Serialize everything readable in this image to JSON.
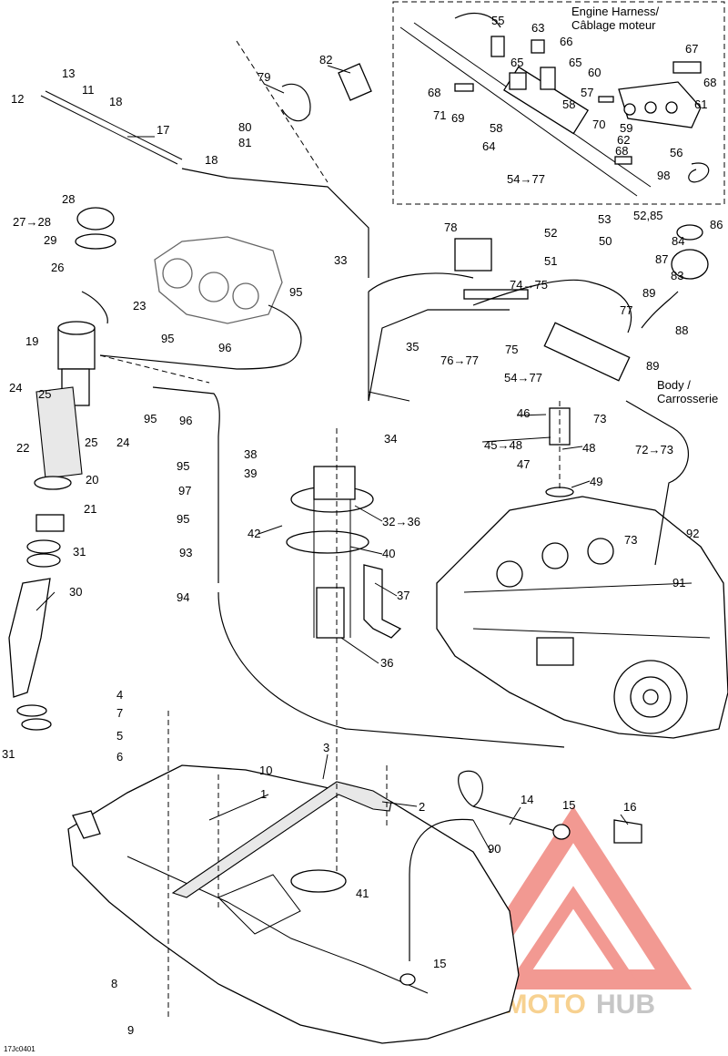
{
  "figure": {
    "code": "17Jc0401"
  },
  "inset": {
    "harness_label_line1": "Engine Harness/",
    "harness_label_line2": "Câblage moteur"
  },
  "notes": {
    "body_line1": "Body /",
    "body_line2": "Carrosserie"
  },
  "watermark": {
    "part1": "AUTOMOTO",
    "part2": "HUB",
    "color_red": "#e8463a",
    "color_orange": "#f5c26b",
    "color_gray": "#bdbdbd"
  },
  "callouts": [
    "1",
    "2",
    "3",
    "4",
    "7",
    "5",
    "6",
    "8",
    "9",
    "10",
    "11",
    "12",
    "13",
    "14",
    "15",
    "15",
    "16",
    "17",
    "18",
    "18",
    "19",
    "20",
    "21",
    "22",
    "23",
    "24",
    "24",
    "25",
    "25",
    "26",
    "27→28",
    "28",
    "29",
    "30",
    "31",
    "31",
    "32→36",
    "33",
    "34",
    "35",
    "36",
    "37",
    "38",
    "39",
    "40",
    "41",
    "42",
    "45→48",
    "46",
    "47",
    "48",
    "49",
    "50",
    "51",
    "52",
    "53",
    "54→77",
    "54→77",
    "55",
    "56",
    "57",
    "58",
    "58",
    "59",
    "60",
    "61",
    "62",
    "63",
    "64",
    "65",
    "65",
    "66",
    "67",
    "68",
    "68",
    "68",
    "69",
    "70",
    "71",
    "72→73",
    "73",
    "73",
    "74→75",
    "75",
    "76→77",
    "77",
    "78",
    "79",
    "80",
    "81",
    "82",
    "83",
    "84",
    "86",
    "87",
    "88",
    "89",
    "89",
    "90",
    "91",
    "92",
    "93",
    "94",
    "95",
    "95",
    "95",
    "95",
    "95",
    "96",
    "96",
    "97",
    "98",
    "52,85"
  ]
}
